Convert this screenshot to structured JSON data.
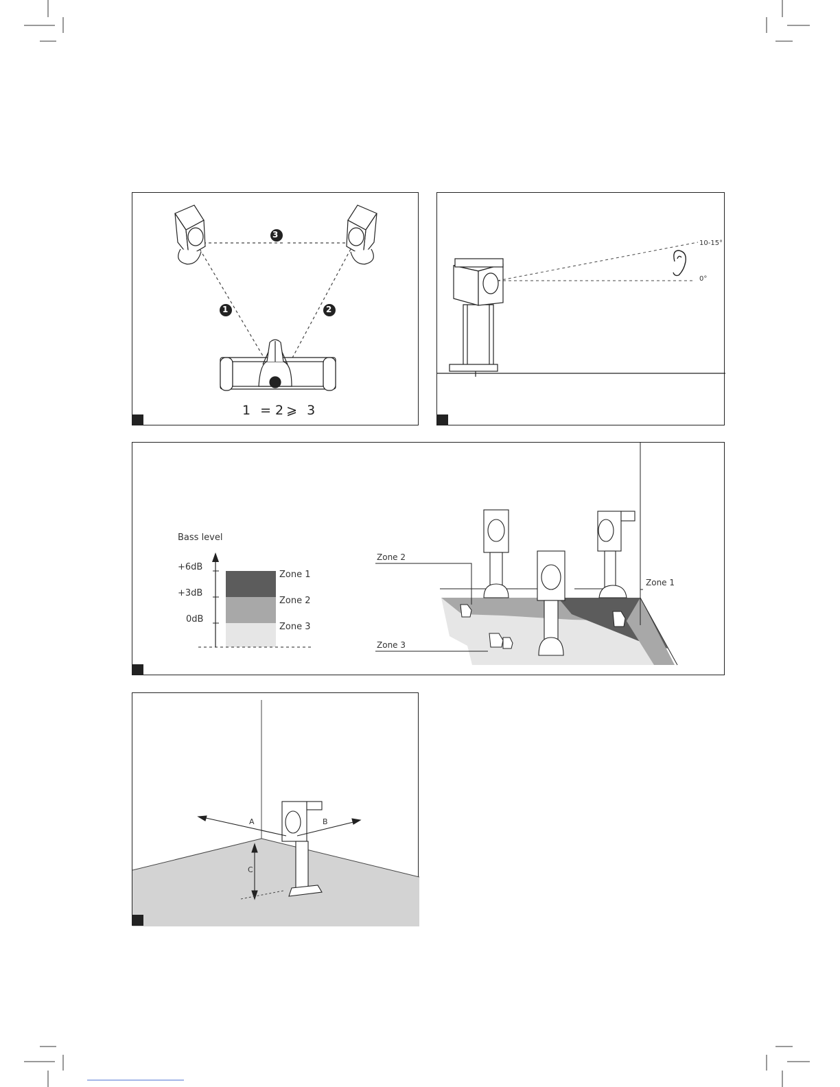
{
  "figure1": {
    "badge_1": "1",
    "badge_2": "2",
    "badge_3": "3",
    "formula": {
      "a": "1",
      "b": "= 2",
      "c": "⩾",
      "d": "3"
    }
  },
  "figure2": {
    "angle_upper": "10-15°",
    "angle_lower": "0°"
  },
  "figure3": {
    "bass_title": "Bass level",
    "levels": [
      "+6dB",
      "+3dB",
      "0dB"
    ],
    "zones": [
      "Zone 1",
      "Zone 2",
      "Zone 3"
    ],
    "room_zone_1": "Zone 1",
    "room_zone_2": "Zone 2",
    "room_zone_3": "Zone 3",
    "colors": {
      "zone1": "#5c5c5c",
      "zone2": "#a8a8a8",
      "zone3": "#e6e6e6"
    }
  },
  "figure4": {
    "label_a": "A",
    "label_b": "B",
    "label_c": "C"
  }
}
